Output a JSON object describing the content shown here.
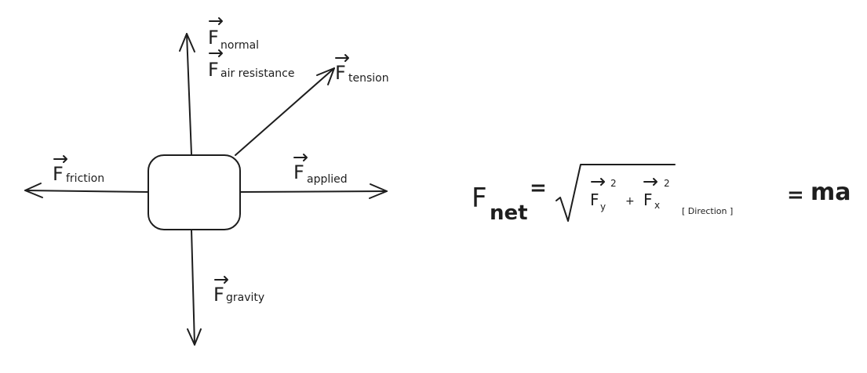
{
  "diagram": {
    "forces": {
      "normal": {
        "symbol": "F",
        "subscript": "normal"
      },
      "air_resistance": {
        "symbol": "F",
        "subscript": "air resistance"
      },
      "tension": {
        "symbol": "F",
        "subscript": "tension"
      },
      "friction": {
        "symbol": "F",
        "subscript": "friction"
      },
      "applied": {
        "symbol": "F",
        "subscript": "applied"
      },
      "gravity": {
        "symbol": "F",
        "subscript": "gravity"
      }
    },
    "equation": {
      "lhs_symbol": "F",
      "lhs_subscript": "net",
      "equals_1": "=",
      "term_y_symbol": "F",
      "term_y_subscript": "y",
      "term_y_power": "2",
      "plus": "+",
      "term_x_symbol": "F",
      "term_x_subscript": "x",
      "term_x_power": "2",
      "direction": "[ Direction ]",
      "equals_2": "=",
      "rhs": "ma"
    }
  }
}
